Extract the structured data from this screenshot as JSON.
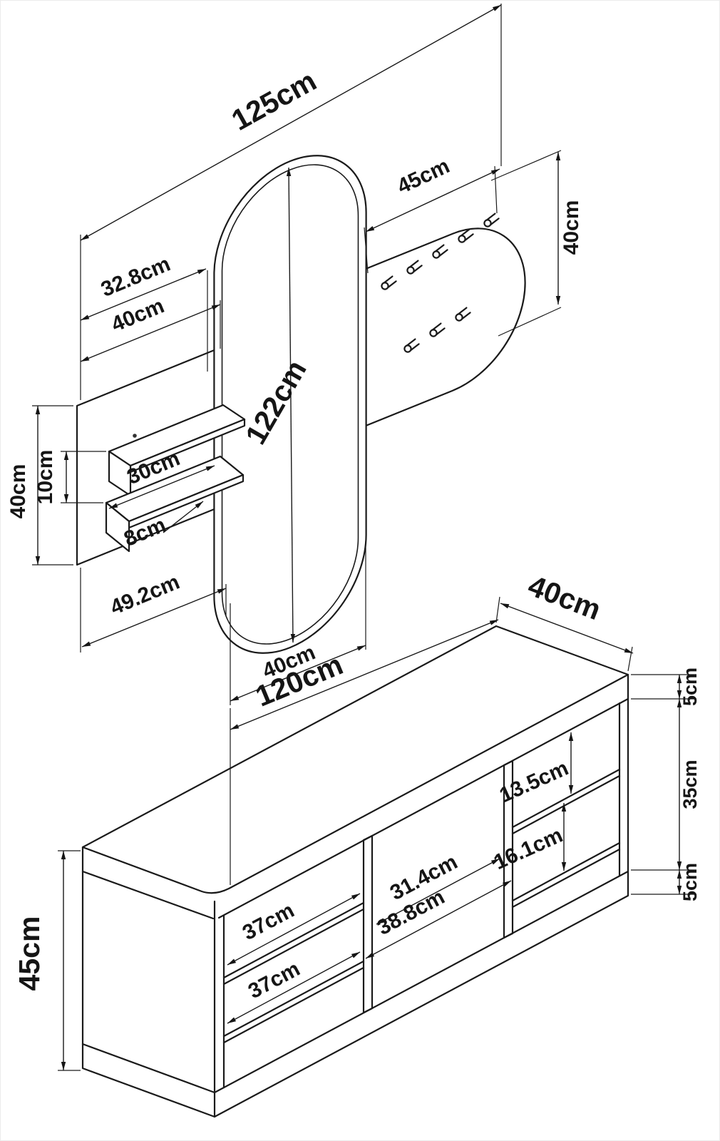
{
  "meta": {
    "title": "Hallway furniture set - dimensioned technical drawing",
    "line_color": "#1a1a1a",
    "background": "#ffffff"
  },
  "dims": {
    "overall_width": "125cm",
    "hook_panel_width": "45cm",
    "hook_panel_height": "40cm",
    "shelf_to_mirror": "32.8cm",
    "backboard_width": "40cm",
    "shelf_spacing": "10cm",
    "backboard_height": "40cm",
    "shelf_length": "30cm",
    "shelf_depth": "8cm",
    "mirror_height": "122cm",
    "board_to_mirror_bottom": "49.2cm",
    "mirror_width": "40cm",
    "bench_width": "120cm",
    "bench_depth": "40cm",
    "seat_thickness": "5cm",
    "bench_body_height": "35cm",
    "plinth_height": "5cm",
    "right_upper_gap": "13.5cm",
    "right_lower_gap": "16.1cm",
    "middle_inner_width": "31.4cm",
    "middle_outer_width": "38.8cm",
    "left_upper_width": "37cm",
    "left_lower_width": "37cm",
    "bench_height": "45cm"
  }
}
